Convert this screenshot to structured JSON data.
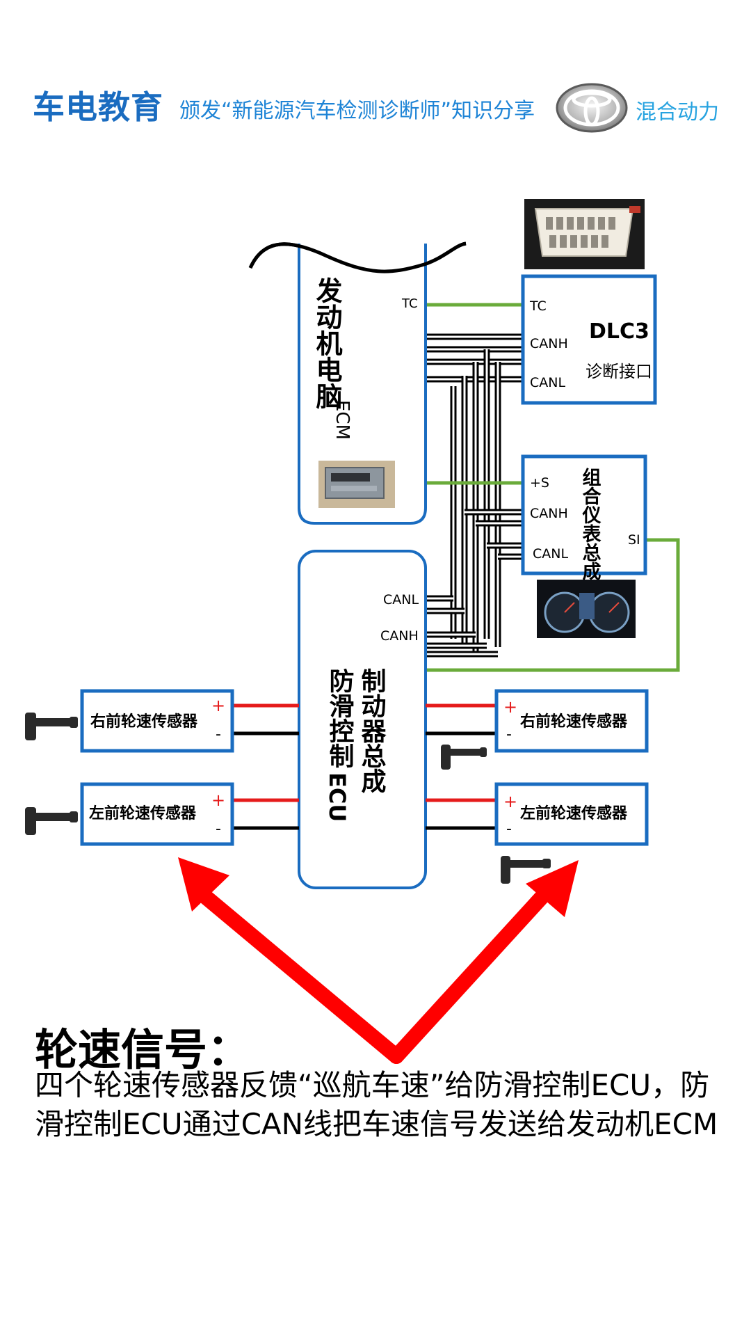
{
  "header": {
    "brand": "车电教育",
    "subtitle": "颁发“新能源汽车检测诊断师”知识分享",
    "logo": "toyota-logo",
    "hybrid": "混合动力"
  },
  "ecm": {
    "title": "发动机电脑",
    "code": "ECM",
    "pin_tc": "TC"
  },
  "dlc3": {
    "title": "DLC3",
    "subtitle": "诊断接口",
    "pin_tc": "TC",
    "pin_canh": "CANH",
    "pin_canl": "CANL"
  },
  "meter": {
    "title": "组合仪表总成",
    "pin_s": "+S",
    "pin_canh": "CANH",
    "pin_canl": "CANL",
    "pin_si": "SI"
  },
  "abs": {
    "line1": "制动器总成",
    "line2": "防滑控制",
    "line2_code": "ECU",
    "pin_canl": "CANL",
    "pin_canh": "CANH"
  },
  "sensors": {
    "left_top": "右前轮速传感器",
    "left_bottom": "左前轮速传感器",
    "right_top": "右前轮速传感器",
    "right_bottom": "左前轮速传感器",
    "plus": "+",
    "minus": "-"
  },
  "note": {
    "title": "轮速信号：",
    "body": "四个轮速传感器反馈“巡航车速”给防滑控制ECU，防滑控制ECU通过CAN线把车速信号发送给发动机ECM"
  },
  "colors": {
    "box_border": "#1a6cc0",
    "tc_wire": "#6aab3a",
    "plus_wire": "#e51b1b",
    "arrow": "#ff0000",
    "brand": "#1a6cc0"
  }
}
